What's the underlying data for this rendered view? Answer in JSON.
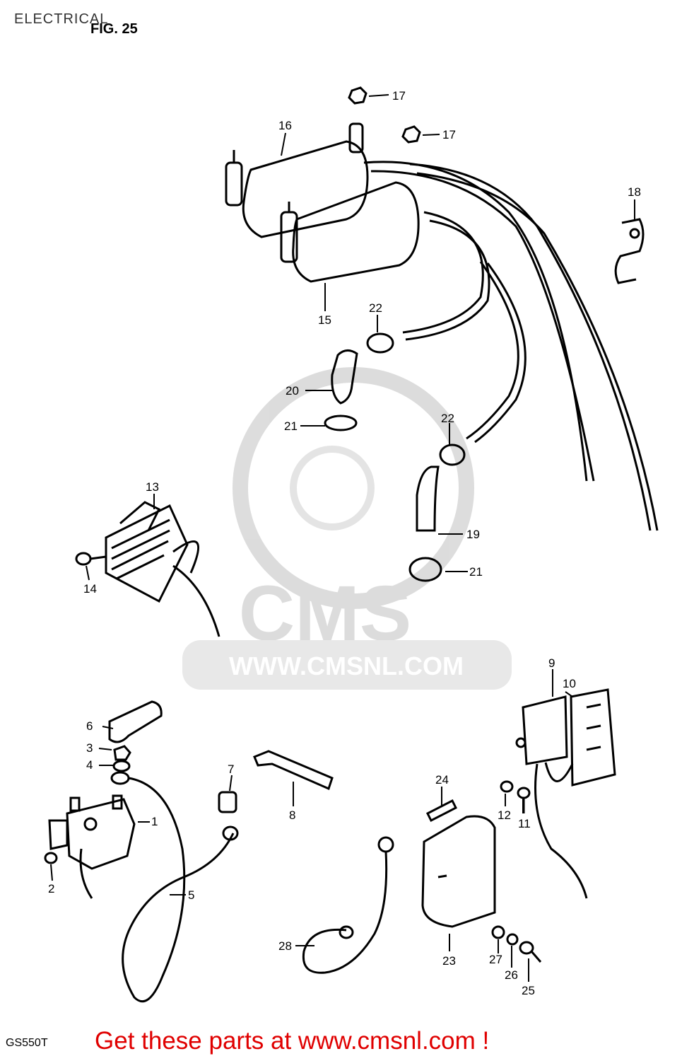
{
  "header": {
    "title": "ELECTRICAL",
    "figure": "FIG. 25"
  },
  "watermark": {
    "brand": "CMS",
    "url": "WWW.CMSNL.COM"
  },
  "footer": {
    "model": "GS550T",
    "cta": "Get these parts at www.cmsnl.com !"
  },
  "colors": {
    "line": "#000000",
    "watermark": "#d9d9d9",
    "cta": "#e00000"
  },
  "parts": [
    {
      "id": "p17a",
      "number": "17"
    },
    {
      "id": "p17b",
      "number": "17"
    },
    {
      "id": "p16",
      "number": "16"
    },
    {
      "id": "p18",
      "number": "18"
    },
    {
      "id": "p15",
      "number": "15"
    },
    {
      "id": "p22a",
      "number": "22"
    },
    {
      "id": "p20",
      "number": "20"
    },
    {
      "id": "p21a",
      "number": "21"
    },
    {
      "id": "p22b",
      "number": "22"
    },
    {
      "id": "p13",
      "number": "13"
    },
    {
      "id": "p19",
      "number": "19"
    },
    {
      "id": "p14",
      "number": "14"
    },
    {
      "id": "p21b",
      "number": "21"
    },
    {
      "id": "p9",
      "number": "9"
    },
    {
      "id": "p10",
      "number": "10"
    },
    {
      "id": "p6",
      "number": "6"
    },
    {
      "id": "p3",
      "number": "3"
    },
    {
      "id": "p4",
      "number": "4"
    },
    {
      "id": "p7",
      "number": "7"
    },
    {
      "id": "p24",
      "number": "24"
    },
    {
      "id": "p8",
      "number": "8"
    },
    {
      "id": "p12",
      "number": "12"
    },
    {
      "id": "p11",
      "number": "11"
    },
    {
      "id": "p1",
      "number": "1"
    },
    {
      "id": "p2",
      "number": "2"
    },
    {
      "id": "p5",
      "number": "5"
    },
    {
      "id": "p28",
      "number": "28"
    },
    {
      "id": "p23",
      "number": "23"
    },
    {
      "id": "p27",
      "number": "27"
    },
    {
      "id": "p26",
      "number": "26"
    },
    {
      "id": "p25",
      "number": "25"
    }
  ]
}
